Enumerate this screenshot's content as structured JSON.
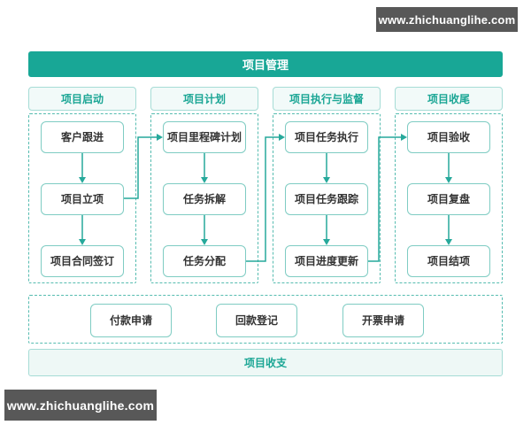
{
  "watermark": {
    "url": "www.zhichuanglihe.com"
  },
  "colors": {
    "accent_teal": "#18a796",
    "teal_text": "#1ba695",
    "box_border": "#7fccc3",
    "dashed_border": "#56bcb0",
    "watermark_bg": "#585858",
    "step_text": "#333333"
  },
  "diagram": {
    "title": "项目管理",
    "footer": "项目收支",
    "columns": [
      {
        "header": "项目启动",
        "steps": [
          "客户跟进",
          "项目立项",
          "项目合同签订"
        ]
      },
      {
        "header": "项目计划",
        "steps": [
          "项目里程碑计划",
          "任务拆解",
          "任务分配"
        ]
      },
      {
        "header": "项目执行与监督",
        "steps": [
          "项目任务执行",
          "项目任务跟踪",
          "项目进度更新"
        ]
      },
      {
        "header": "项目收尾",
        "steps": [
          "项目验收",
          "项目复盘",
          "项目结项"
        ]
      }
    ],
    "finance_steps": [
      "付款申请",
      "回款登记",
      "开票申请"
    ]
  }
}
